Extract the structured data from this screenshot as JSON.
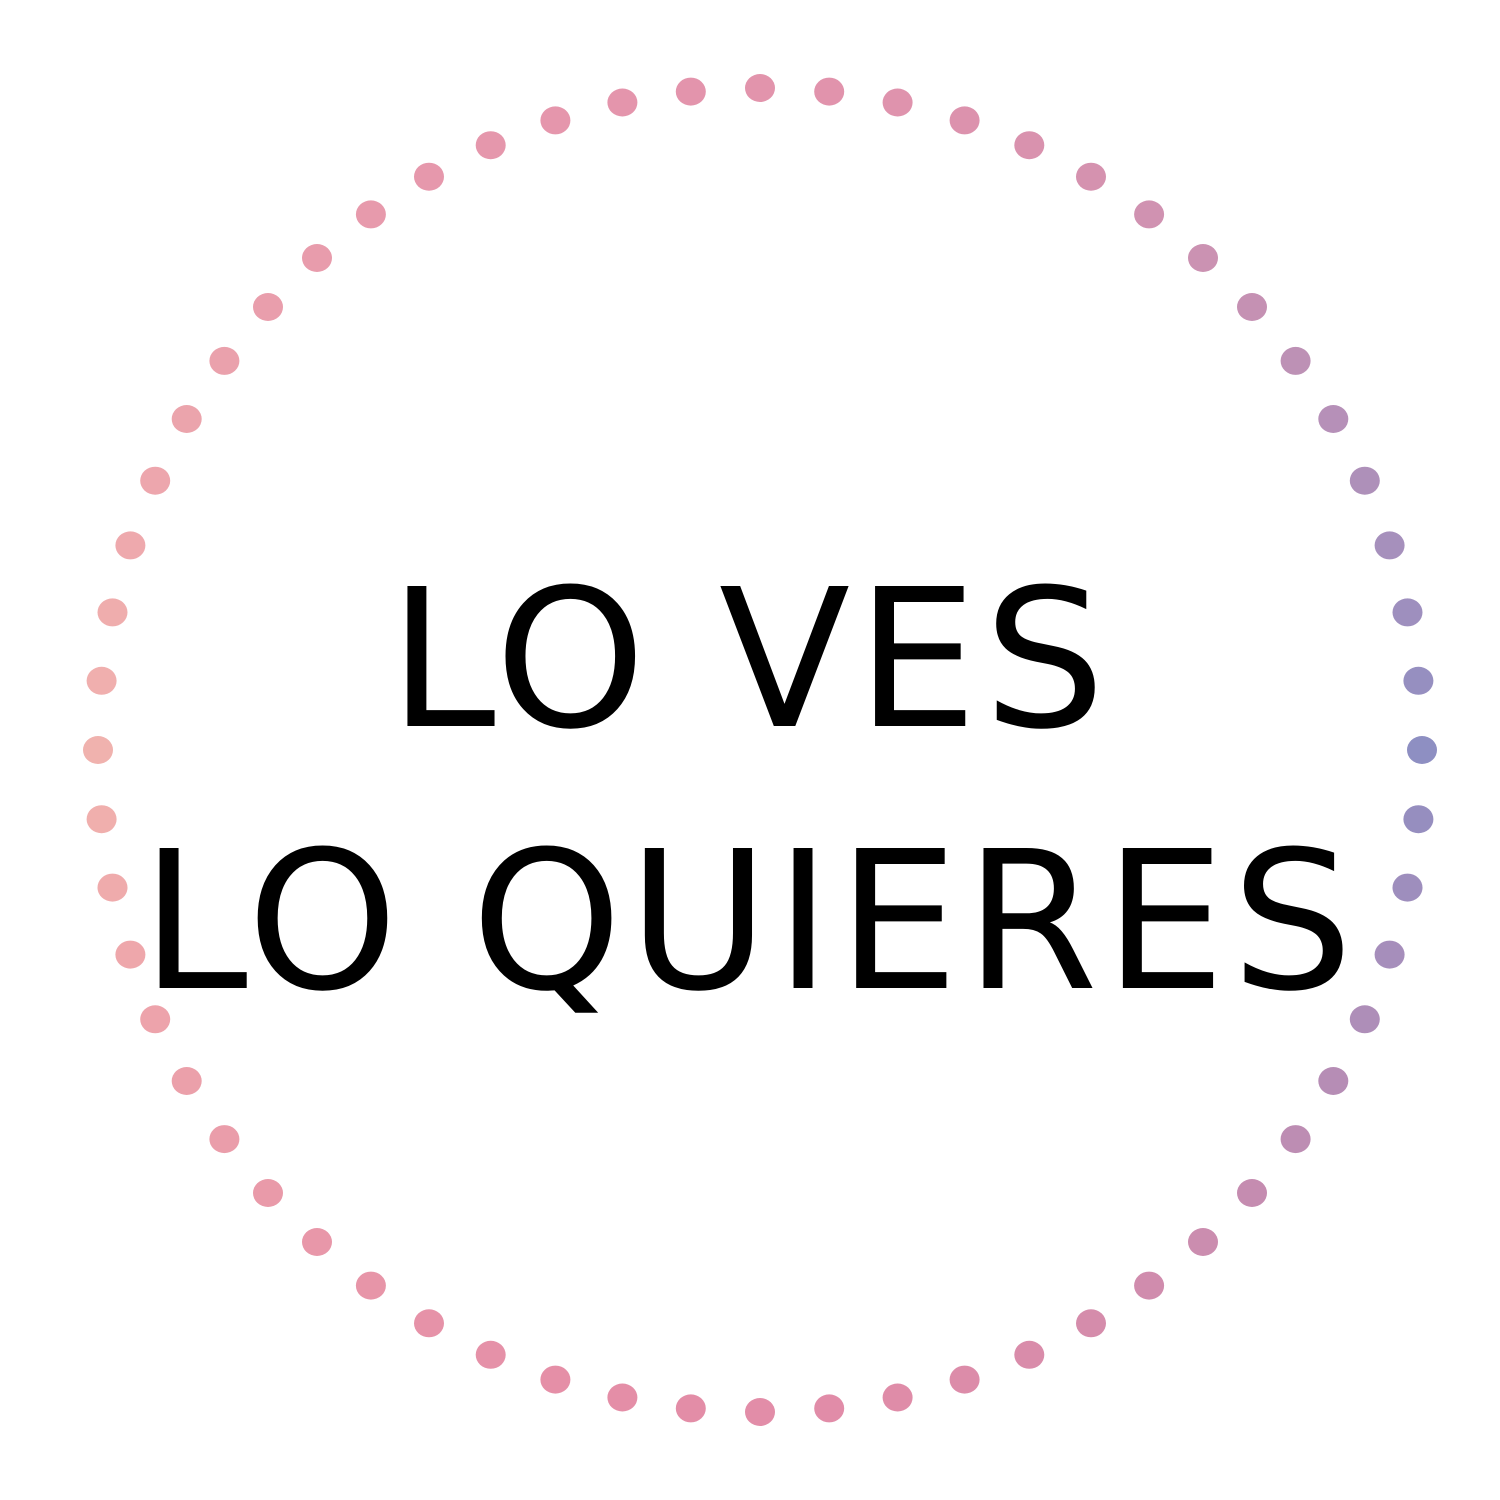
{
  "headline": {
    "line1": "LO VES",
    "line2": "LO QUIERES",
    "color": "#000000"
  },
  "dot_ring": {
    "dot_count": 60,
    "colors": {
      "top": "#EE8FA8",
      "left": "#F0B2AE",
      "right": "#8E8FC2",
      "bottom": "#EE86A2"
    }
  }
}
